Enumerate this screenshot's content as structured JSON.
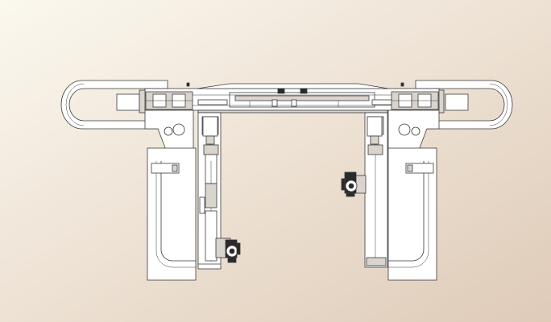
{
  "viewport": {
    "background_top": "#fbf8ef",
    "background_bottom": "#dfcbb8"
  },
  "drawing": {
    "line_color": "#3a3a3a",
    "part_fill": "#ffffff",
    "detail_fill": "#2a2a2a",
    "shade_fill": "#d9d4cc"
  },
  "parts": [
    {
      "name": "top-crossbeam"
    },
    {
      "name": "left-cable-carrier"
    },
    {
      "name": "right-cable-carrier"
    },
    {
      "name": "left-vertical-carriage"
    },
    {
      "name": "right-vertical-carriage"
    },
    {
      "name": "left-servo-motor"
    },
    {
      "name": "right-servo-motor"
    },
    {
      "name": "left-gripper"
    },
    {
      "name": "right-gripper"
    }
  ]
}
